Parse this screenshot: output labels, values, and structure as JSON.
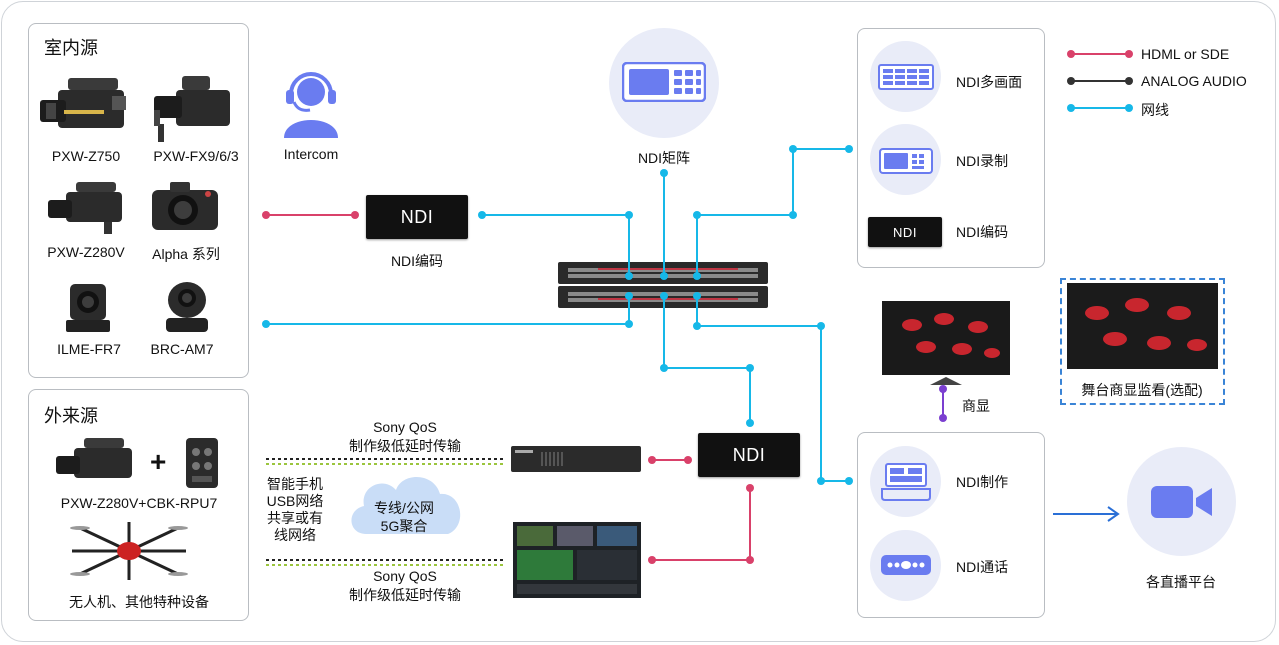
{
  "indoor": {
    "title": "室内源",
    "cameras": [
      "PXW-Z750",
      "PXW-FX9/6/3",
      "PXW-Z280V",
      "Alpha 系列",
      "ILME-FR7",
      "BRC-AM7"
    ]
  },
  "external": {
    "title": "外来源",
    "camera_kit": "PXW-Z280V+CBK-RPU7",
    "plus_sign": "+",
    "drone": "无人机、其他特种设备"
  },
  "intercom": {
    "label": "Intercom"
  },
  "ndi_encoder_top": {
    "box": "NDI",
    "label": "NDI编码"
  },
  "ndi_matrix": {
    "label": "NDI矩阵"
  },
  "transport": {
    "qos_top_line1": "Sony QoS",
    "qos_top_line2": "制作级低延时传输",
    "qos_bottom_line1": "Sony QoS",
    "qos_bottom_line2": "制作级低延时传输",
    "network_note": "智能手机USB网络共享或有线网络",
    "cloud_line1": "专线/公网",
    "cloud_line2": "5G聚合"
  },
  "ndi_center": {
    "box": "NDI"
  },
  "output_top": {
    "items": [
      "NDI多画面",
      "NDI录制",
      "NDI编码"
    ],
    "encoder_box": "NDI"
  },
  "legend": {
    "items": [
      {
        "label": "HDML or SDE",
        "color": "#d9416a"
      },
      {
        "label": "ANALOG AUDIO",
        "color": "#333333"
      },
      {
        "label": "网线",
        "color": "#16b8e8"
      }
    ]
  },
  "monitor": {
    "label": "商显"
  },
  "stage_monitor": {
    "label": "舞台商显监看(选配)"
  },
  "output_bottom": {
    "items": [
      "NDI制作",
      "NDI通话"
    ]
  },
  "platform": {
    "label": "各直播平台"
  },
  "colors": {
    "hdmi": "#d9416a",
    "audio": "#333333",
    "network": "#16b8e8",
    "accent": "#6a7cf0",
    "purple": "#7b3fd0",
    "arrow": "#2a6fd6"
  }
}
